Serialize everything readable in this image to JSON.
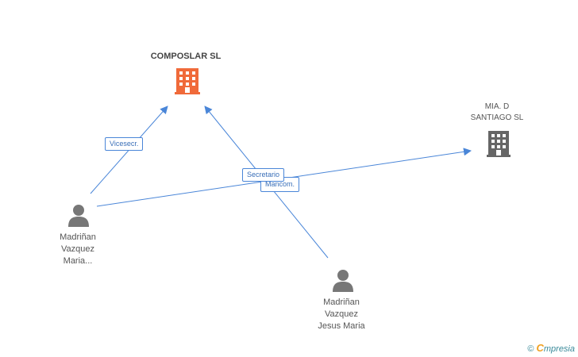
{
  "nodes": {
    "composlar": {
      "label": "COMPOSLAR SL",
      "type": "company",
      "color": "#f06a3a"
    },
    "mia": {
      "label_line1": "MIA. D",
      "label_line2": "SANTIAGO SL",
      "type": "company",
      "color": "#666666"
    },
    "person_maria": {
      "line1": "Madriñan",
      "line2": "Vazquez",
      "line3": "Maria...",
      "type": "person",
      "color": "#777777"
    },
    "person_jesus": {
      "line1": "Madriñan",
      "line2": "Vazquez",
      "line3": "Jesus Maria",
      "type": "person",
      "color": "#777777"
    }
  },
  "edges": [
    {
      "from": "person_maria",
      "to": "composlar",
      "label": "Vicesecr."
    },
    {
      "from": "person_maria",
      "to": "mia",
      "label": "Secretario"
    },
    {
      "from": "person_jesus",
      "to": "composlar",
      "label": "Mancom."
    }
  ],
  "edge_color": "#4a86d8",
  "footer": {
    "copyright": "©",
    "brand_initial": "C",
    "brand_rest": "mpresia"
  }
}
